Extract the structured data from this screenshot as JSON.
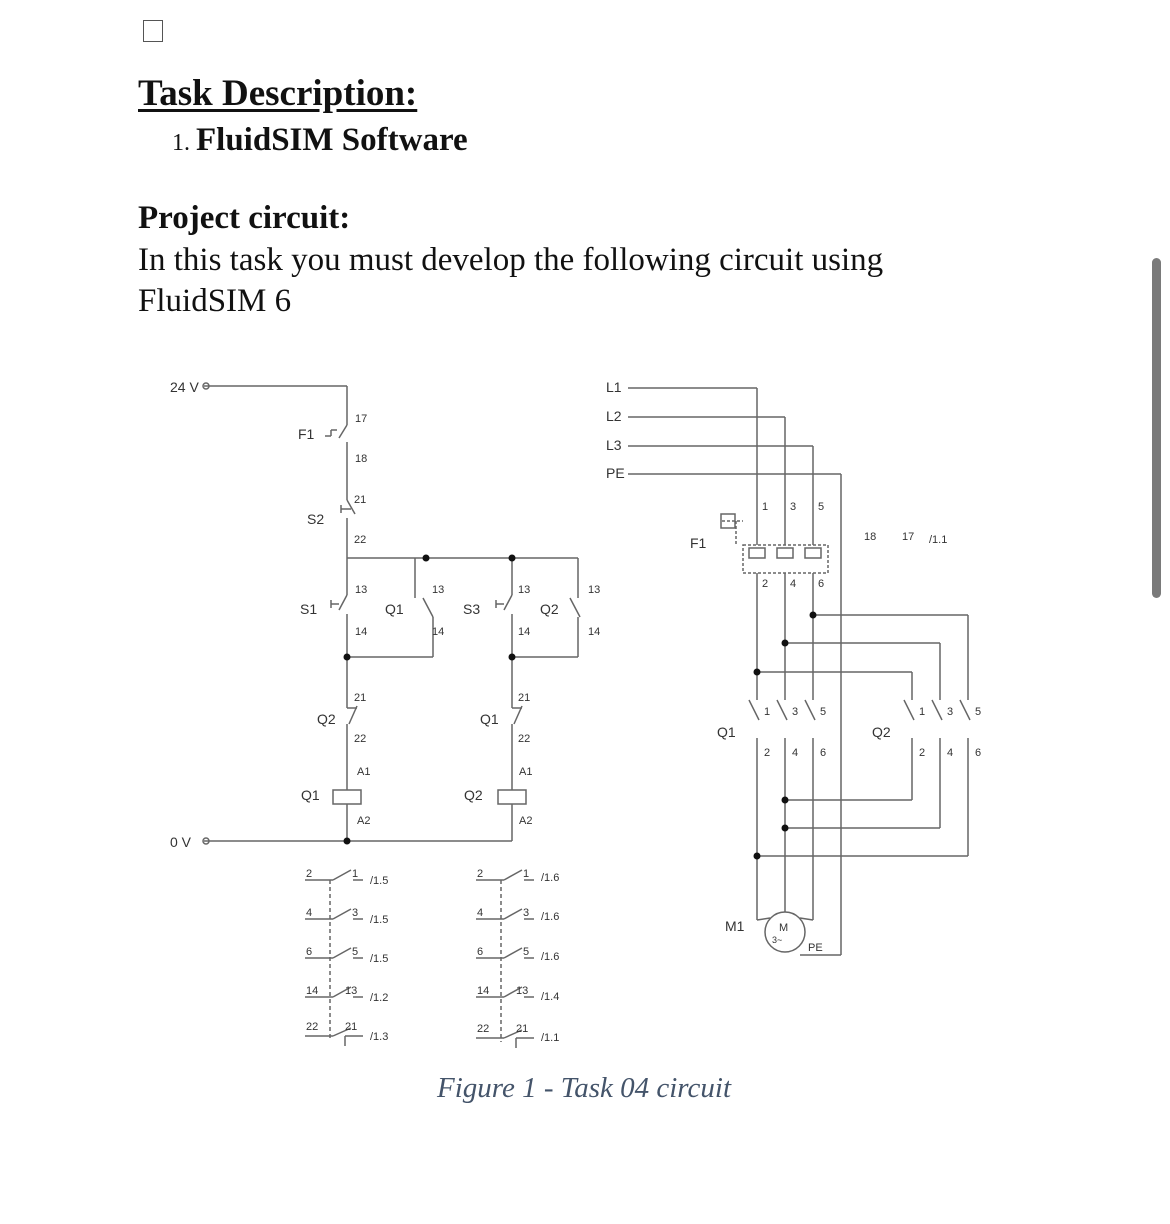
{
  "task": {
    "title": "Task Description:",
    "list_number": "1.",
    "software": "FluidSIM Software"
  },
  "project": {
    "title": "Project circuit:",
    "text": "In this task you must develop the following circuit using FluidSIM 6"
  },
  "caption": "Figure 1 - Task 04 circuit",
  "diagram": {
    "labels": {
      "supply_24v": "24 V",
      "supply_0v": "0 V",
      "f1": "F1",
      "s2": "S2",
      "s1": "S1",
      "s3": "S3",
      "q1": "Q1",
      "q2": "Q2",
      "m1": "M1",
      "motor_m": "M",
      "motor_3": "3~",
      "pe": "PE",
      "l1": "L1",
      "l2": "L2",
      "l3": "L3"
    },
    "terminals": {
      "t17": "17",
      "t18": "18",
      "t21": "21",
      "t22": "22",
      "t13": "13",
      "t14": "14",
      "a1": "A1",
      "a2": "A2",
      "t1": "1",
      "t2": "2",
      "t3": "3",
      "t4": "4",
      "t5": "5",
      "t6": "6"
    },
    "xrefs": {
      "r11": "/1.1",
      "r12": "/1.2",
      "r13": "/1.3",
      "r14": "/1.4",
      "r15": "/1.5",
      "r16": "/1.6"
    }
  }
}
